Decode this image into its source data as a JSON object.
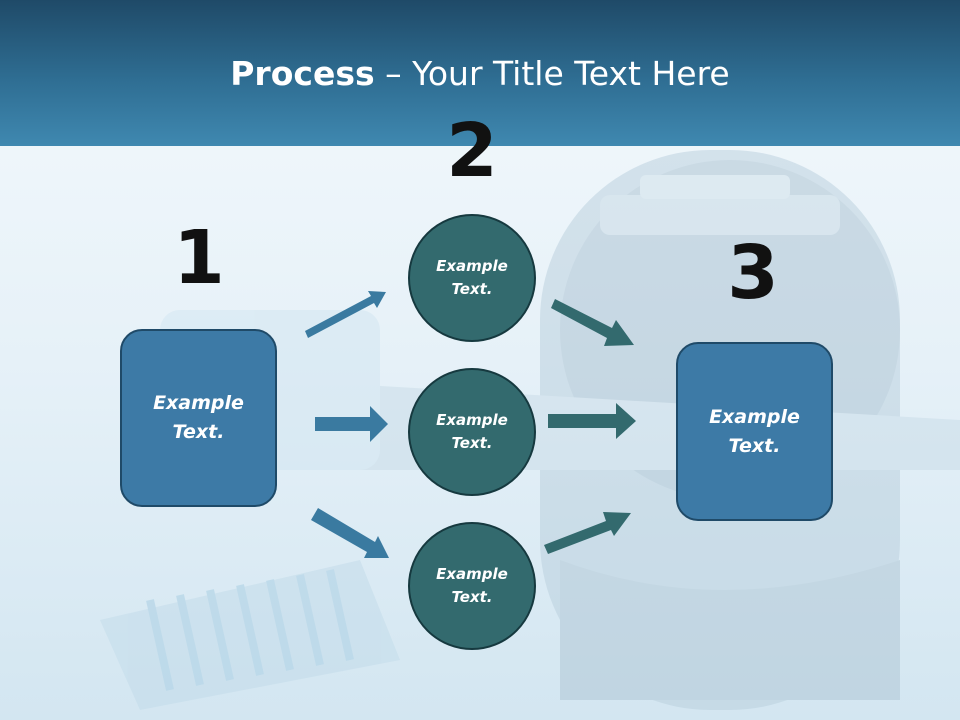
{
  "title": {
    "bold": "Process",
    "rest": " – Your Title Text Here"
  },
  "numbers": {
    "n1": "1",
    "n2": "2",
    "n3": "3"
  },
  "nodes": {
    "box_left": "Example Text.",
    "circle_top": "Example Text.",
    "circle_middle": "Example Text.",
    "circle_bottom": "Example Text.",
    "box_right": "Example Text."
  },
  "colors": {
    "header": "#2f6e93",
    "box_fill": "#3d7aa6",
    "circle_fill": "#336a6e",
    "arrow_left": "#3a7aa0",
    "arrow_right": "#336a6e",
    "number_text": "#111111"
  }
}
